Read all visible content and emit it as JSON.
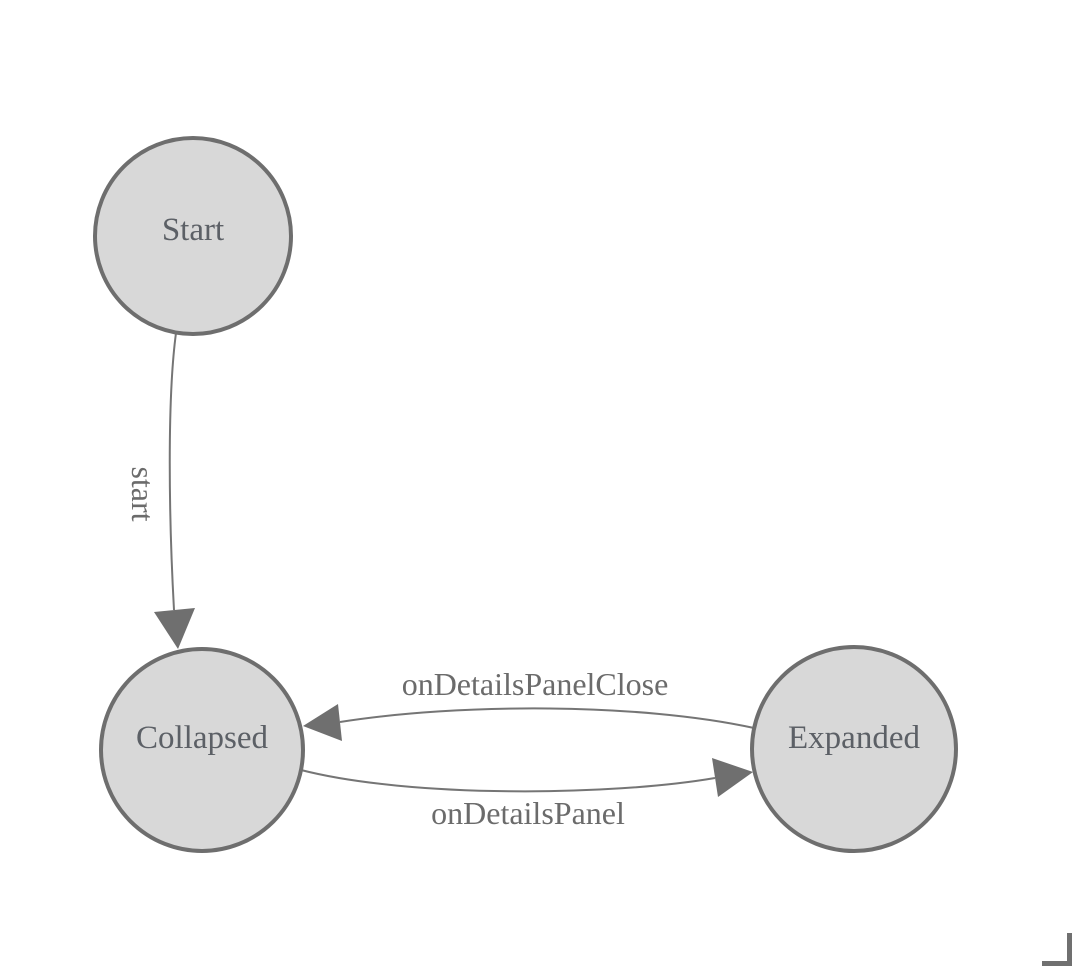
{
  "diagram": {
    "nodes": [
      {
        "id": "start",
        "label": "Start"
      },
      {
        "id": "collapsed",
        "label": "Collapsed"
      },
      {
        "id": "expanded",
        "label": "Expanded"
      }
    ],
    "edges": [
      {
        "from": "Start",
        "to": "Collapsed",
        "label": "start"
      },
      {
        "from": "Expanded",
        "to": "Collapsed",
        "label": "onDetailsPanelClose"
      },
      {
        "from": "Collapsed",
        "to": "Expanded",
        "label": "onDetailsPanel"
      }
    ],
    "colors": {
      "background": "#ffffff",
      "node_fill": "#d8d8d8",
      "node_stroke": "#6e6e6e",
      "node_text": "#5c6066",
      "edge_stroke": "#757575",
      "arrow_fill": "#6f6f6f",
      "edge_label": "#6b6b6b",
      "corner_mark": "#707070"
    }
  }
}
